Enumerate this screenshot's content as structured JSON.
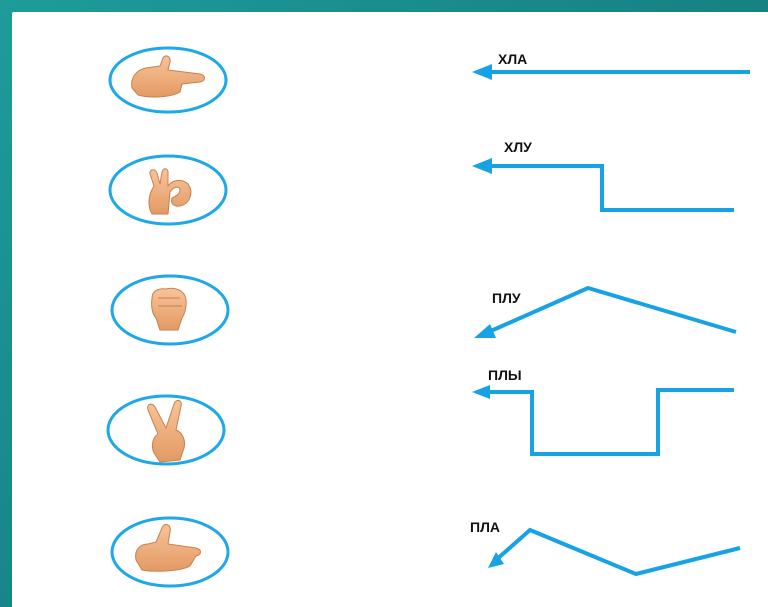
{
  "colors": {
    "frame": "#18888a",
    "line": "#17a2e6",
    "ellipse": "#1fa8e8",
    "skin": "#f0b07e"
  },
  "rows": [
    {
      "gesture_icon": "pointing-hand-icon",
      "label": "ХЛА"
    },
    {
      "gesture_icon": "ok-hand-icon",
      "label": "ХЛУ"
    },
    {
      "gesture_icon": "fist-icon",
      "label": "ПЛУ"
    },
    {
      "gesture_icon": "victory-hand-icon",
      "label": "ПЛЫ"
    },
    {
      "gesture_icon": "thumb-hand-icon",
      "label": "ПЛА"
    }
  ]
}
